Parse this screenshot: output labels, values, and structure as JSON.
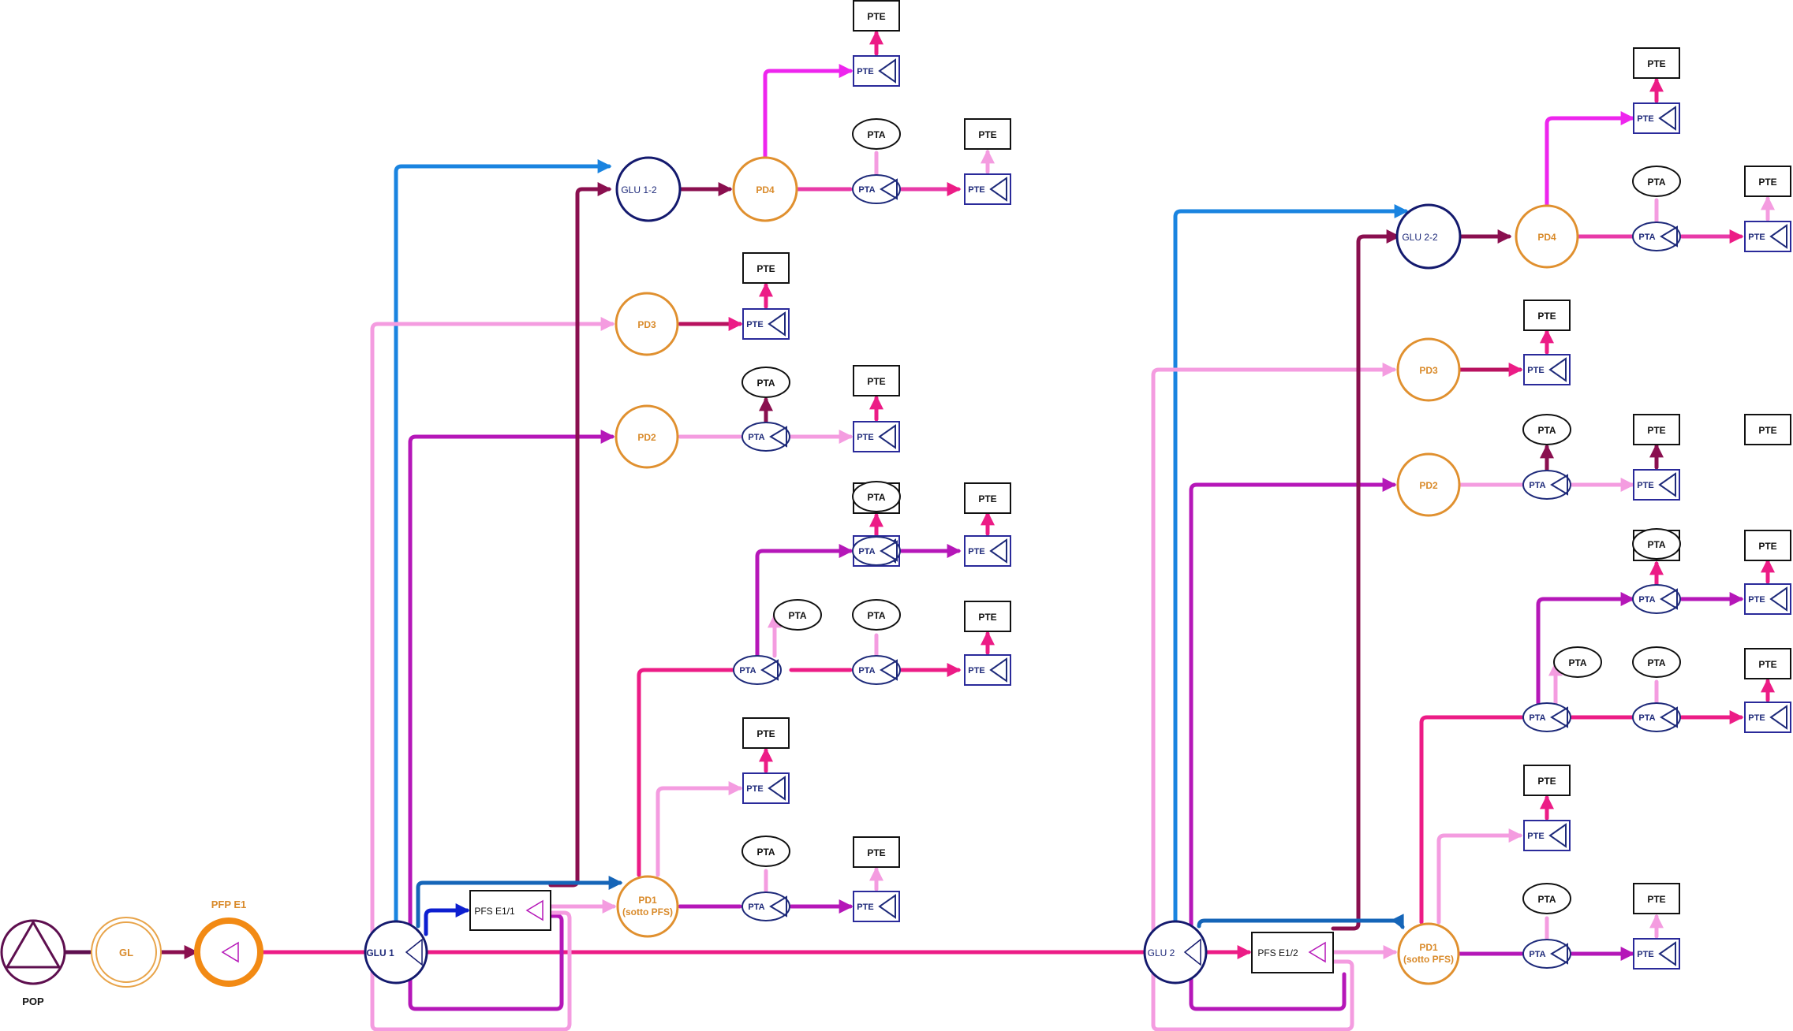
{
  "colors": {
    "pink": "#ec1c86",
    "magenta": "#ee25ee",
    "light_pink": "#f49ce0",
    "violet": "#b517b8",
    "maroon": "#8a0f4f",
    "blue": "#1a84e0",
    "blue_dark": "#1565b8",
    "blue_deep": "#0d1fd0",
    "navy": "#141a6e",
    "orange": "#f28a14",
    "orange_light": "#e8a44a",
    "pop": "#5e0f4f"
  },
  "labels": {
    "pop": "POP",
    "gl": "GL",
    "pfp": "PFP E1",
    "glu1": "GLU 1",
    "glu2": "GLU 2",
    "glu12": "GLU 1-2",
    "glu22": "GLU 2-2",
    "pfs11": "PFS E1/1",
    "pfs12": "PFS E1/2",
    "pd1_line1": "PD1",
    "pd1_line2": "(sotto PFS)",
    "pd2": "PD2",
    "pd3": "PD3",
    "pd4": "PD4",
    "pta": "PTA",
    "pte": "PTE"
  }
}
